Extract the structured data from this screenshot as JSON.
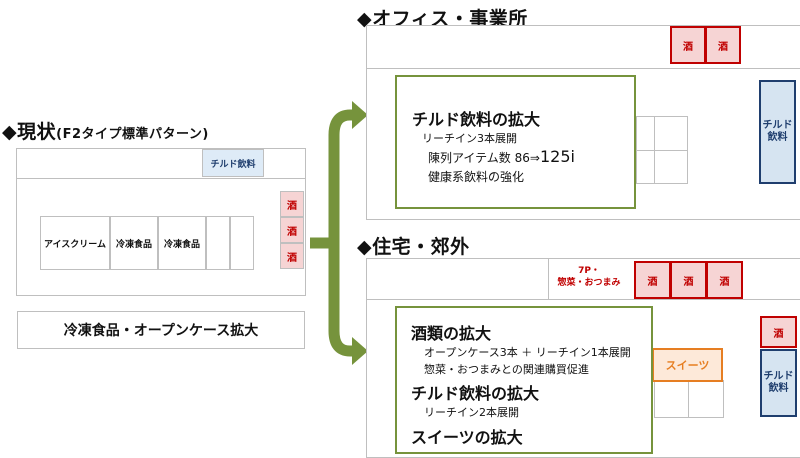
{
  "current": {
    "heading": "◆現状",
    "heading_sub": "(F2タイプ標準パターン)",
    "chilled": "チルド飲料",
    "freezer_cells": [
      "アイスクリーム",
      "冷凍食品",
      "冷凍食品"
    ],
    "sake": [
      "酒",
      "酒",
      "酒"
    ],
    "caption": "冷凍食品・オープンケース拡大"
  },
  "office": {
    "heading": "◆オフィス・事業所",
    "sake": [
      "酒",
      "酒"
    ],
    "chilled_line1": "チルド",
    "chilled_line2": "飲料",
    "box": {
      "title": "チルド飲料の拡大",
      "sub": "リーチイン3本展開",
      "items_prefix": "陳列アイテム数 86⇒",
      "items_value": "125i",
      "health": "健康系飲料の強化"
    }
  },
  "residential": {
    "heading": "◆住宅・郊外",
    "tag_line1": "7P・",
    "tag_line2": "惣菜・おつまみ",
    "sake": [
      "酒",
      "酒",
      "酒"
    ],
    "sake_right": "酒",
    "chilled_line1": "チルド",
    "chilled_line2": "飲料",
    "sweets": "スイーツ",
    "box": {
      "title1": "酒類の拡大",
      "sub1": "オープンケース3本 ＋ リーチイン1本展開",
      "sub2": "惣菜・おつまみとの関連購買促進",
      "title2": "チルド飲料の拡大",
      "sub3": "リーチイン2本展開",
      "title3": "スイーツの拡大"
    }
  },
  "colors": {
    "arrow_green": "#76933c",
    "sake_red": "#c00000",
    "chilled_blue": "#1f3e6e",
    "sweets_orange": "#e67e22"
  }
}
